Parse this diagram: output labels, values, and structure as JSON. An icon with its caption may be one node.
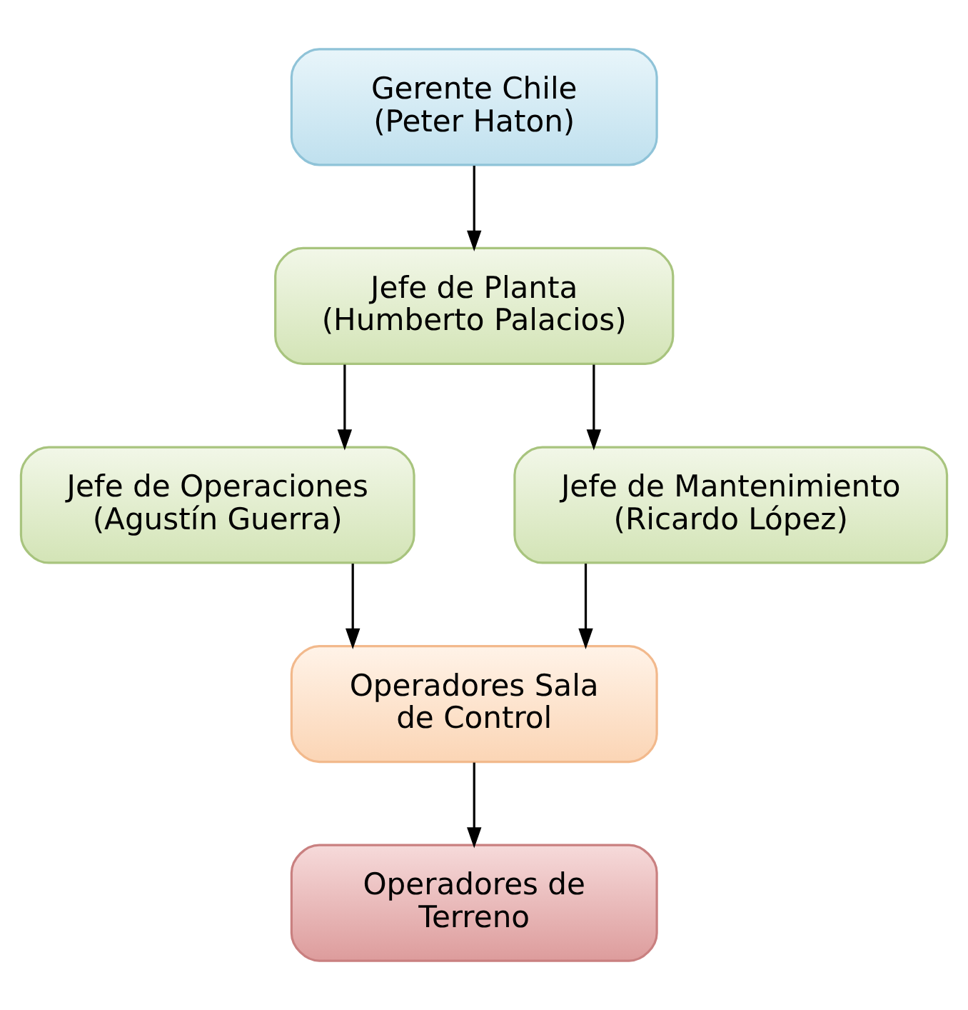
{
  "diagram": {
    "nodes": [
      {
        "text": [
          "Gerente Chile",
          "(Peter Haton)"
        ]
      },
      {
        "text": [
          "Jefe de Planta",
          "(Humberto Palacios)"
        ]
      },
      {
        "text": [
          "Jefe de Operaciones",
          "(Agustín Guerra)"
        ]
      },
      {
        "text": [
          "Jefe de Mantenimiento",
          "(Ricardo López)"
        ]
      },
      {
        "text": [
          "Operadores Sala de Control"
        ]
      },
      {
        "text": [
          "Operadores de Terreno"
        ]
      }
    ],
    "edges": [
      {
        "from": 0,
        "to": 1,
        "arrow": "to"
      },
      {
        "from": 1,
        "to": 2,
        "arrow": "to"
      },
      {
        "from": 1,
        "to": 3,
        "arrow": "to"
      },
      {
        "from": 2,
        "to": 4,
        "arrow": "to"
      },
      {
        "from": 3,
        "to": 4,
        "arrow": "to"
      },
      {
        "from": 4,
        "to": 5,
        "arrow": "to"
      }
    ]
  }
}
